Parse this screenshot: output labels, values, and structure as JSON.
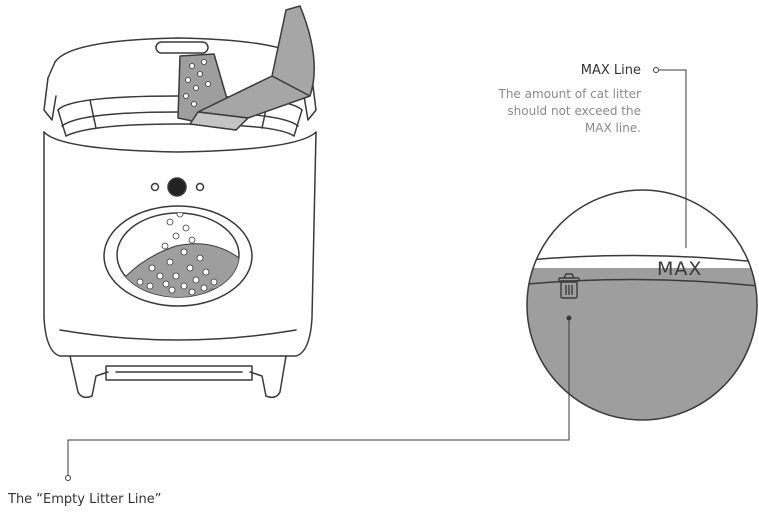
{
  "max_callout": {
    "title": "MAX Line",
    "description_lines": [
      "The amount of cat litter",
      "should not exceed the",
      "MAX line."
    ]
  },
  "magnified_view": {
    "max_mark_label": "MAX",
    "bin_icon": "trash-bin-icon"
  },
  "empty_callout": {
    "title": "The “Empty Litter Line”"
  },
  "colors": {
    "line": "#3a3a3a",
    "litter_fill": "#9e9e9e",
    "bag_fill": "#a6a6a6",
    "text": "#333333",
    "muted_text": "#8a8a8a"
  }
}
